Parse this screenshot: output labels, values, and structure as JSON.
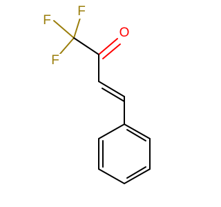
{
  "molecule": {
    "atoms": {
      "fluorine_1": "F",
      "fluorine_2": "F",
      "fluorine_3": "F",
      "oxygen": "O"
    },
    "colors": {
      "bond": "#000000",
      "fluorine": "#9a7d0a",
      "oxygen": "#ff0000"
    }
  }
}
